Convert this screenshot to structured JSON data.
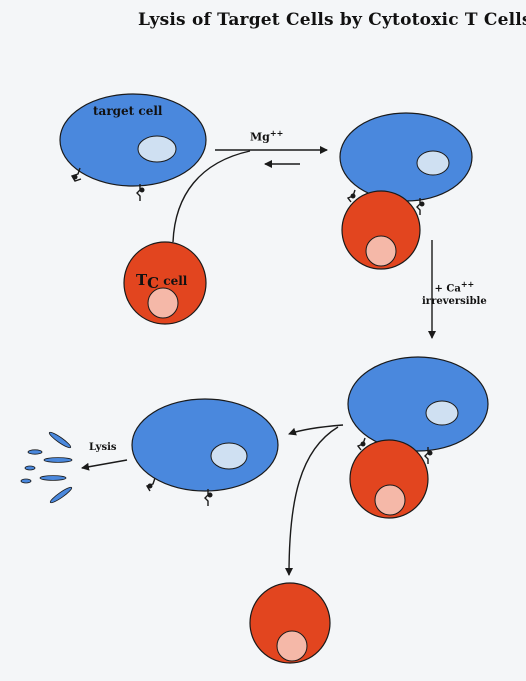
{
  "title": "Lysis of Target Cells by Cytotoxic T Cells",
  "labels": {
    "target_cell": "target cell",
    "mg": "Mg",
    "mg_charge": "++",
    "tc_t": "T",
    "tc_sub": "C",
    "tc_rest": " cell",
    "ca_prefix": "+ Ca",
    "ca_charge": "++",
    "irreversible": "irreversible",
    "lysis": "Lysis"
  },
  "colors": {
    "target_cell": "#4a88dd",
    "target_nucleus": "#cfe0f2",
    "t_cell": "#e2451f",
    "t_nucleus": "#f5b8a8",
    "outline": "#1a1a1a",
    "debris": "#4a88dd",
    "background": "#f4f6f8"
  }
}
